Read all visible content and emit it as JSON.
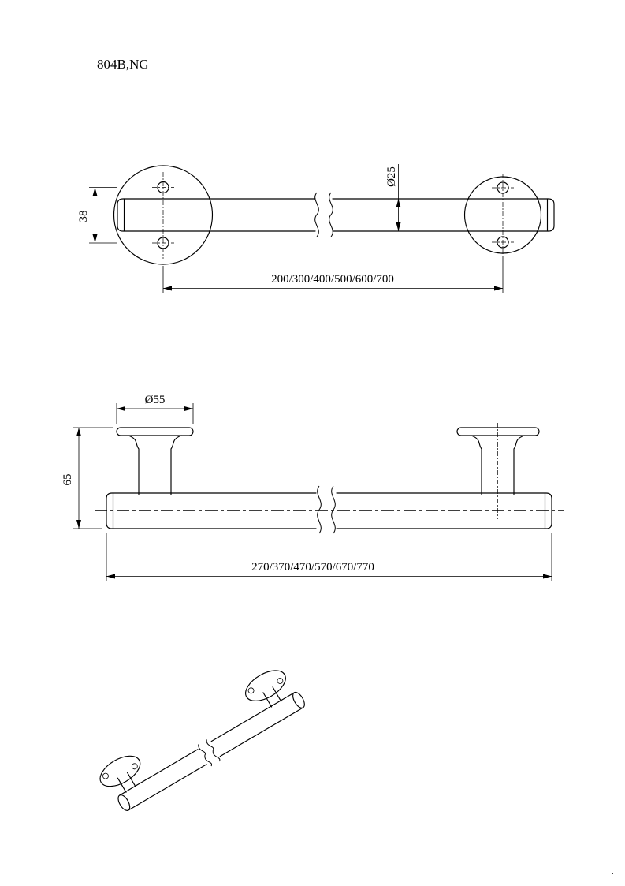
{
  "title": "804B,NG",
  "front_view": {
    "dim_hole_offset": "38",
    "dim_bar_diameter": "Ø25",
    "dim_center_distance": "200/300/400/500/600/700"
  },
  "plan_view": {
    "dim_flange_diameter": "Ø55",
    "dim_projection": "65",
    "dim_overall_length": "270/370/470/570/670/770"
  },
  "footer_mark": ".",
  "colors": {
    "line": "#000000",
    "background": "#ffffff"
  }
}
